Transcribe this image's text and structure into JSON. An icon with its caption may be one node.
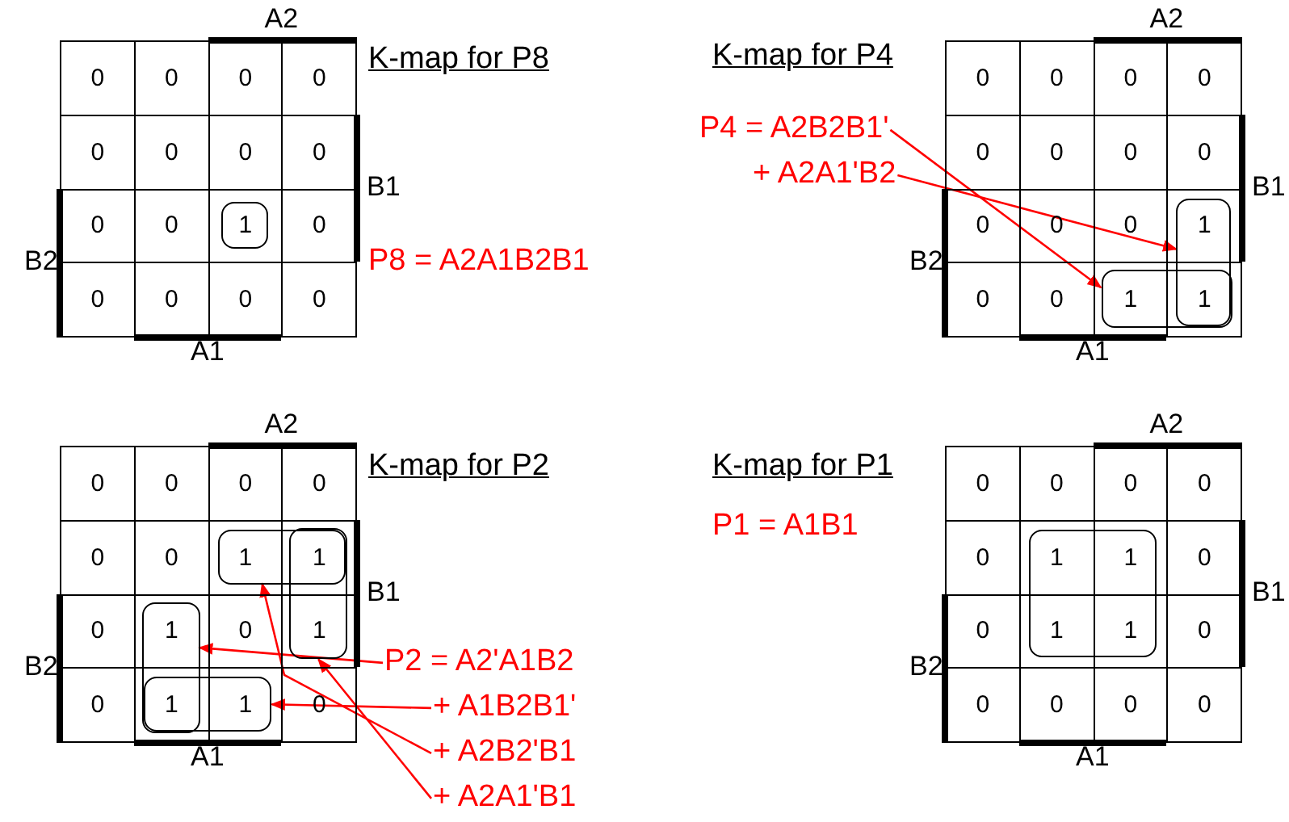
{
  "diagram": {
    "nodes": [
      {
        "text": [],
        "shape": "box"
      },
      {
        "text": [
          "P4 = A2B2B1'"
        ]
      },
      {
        "text": [
          "+ A2A1'B2"
        ]
      },
      {
        "text": [],
        "shape": "box"
      },
      {
        "text": [],
        "shape": "box"
      },
      {
        "text": [
          "P2 = A2'A1B2"
        ]
      },
      {
        "text": [
          "+ A1B2B1'"
        ]
      },
      {
        "text": [
          "+ A2B2'B1"
        ]
      },
      {
        "text": [
          "+ A2A1'B1"
        ]
      },
      {
        "text": [],
        "shape": "box"
      },
      {
        "text": [],
        "shape": "box"
      },
      {
        "text": [],
        "shape": "box"
      },
      {
        "text": [],
        "shape": "box"
      },
      {
        "text": [],
        "shape": "box"
      }
    ],
    "edges": [
      {
        "from": 1,
        "to": 4,
        "arrow": "to"
      },
      {
        "from": 2,
        "to": 3,
        "arrow": "to"
      },
      {
        "from": 5,
        "to": 11,
        "arrow": "to"
      },
      {
        "from": 6,
        "to": 12,
        "arrow": "to"
      },
      {
        "from": 7,
        "to": 9,
        "arrow": "to"
      },
      {
        "from": 8,
        "to": 10,
        "arrow": "to"
      }
    ],
    "labels": [
      "A2",
      "0",
      "0",
      "0",
      "0",
      "0",
      "0",
      "0",
      "0",
      "0",
      "0",
      "1",
      "0",
      "0",
      "0",
      "0",
      "0",
      "B1",
      "B2",
      "A1",
      "K-map for P8",
      "P8 = A2A1B2B1",
      "A2",
      "0",
      "0",
      "0",
      "0",
      "0",
      "0",
      "0",
      "0",
      "0",
      "0",
      "0",
      "1",
      "0",
      "0",
      "1",
      "1",
      "B1",
      "B2",
      "A1",
      "K-map for P4",
      "A2",
      "0",
      "0",
      "0",
      "0",
      "0",
      "0",
      "1",
      "1",
      "0",
      "1",
      "0",
      "1",
      "0",
      "1",
      "1",
      "0",
      "B1",
      "B2",
      "A1",
      "K-map for P2",
      "A2",
      "0",
      "0",
      "0",
      "0",
      "0",
      "1",
      "1",
      "0",
      "0",
      "1",
      "1",
      "0",
      "0",
      "0",
      "0",
      "0",
      "B1",
      "B2",
      "A1",
      "K-map for P1",
      "P1 = A1B1"
    ]
  }
}
